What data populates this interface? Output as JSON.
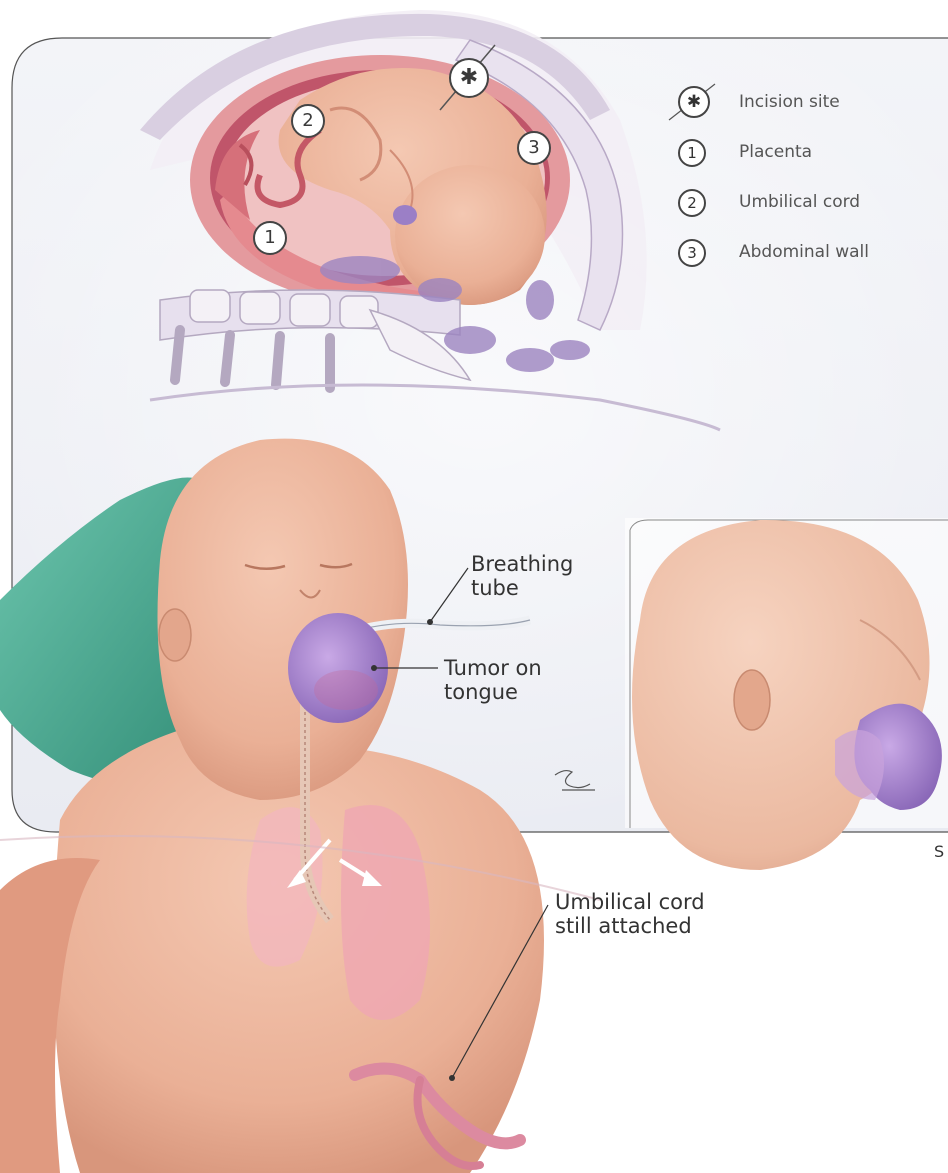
{
  "legend": {
    "items": [
      {
        "marker": "✱",
        "text": "Incision site"
      },
      {
        "marker": "1",
        "text": "Placenta"
      },
      {
        "marker": "2",
        "text": "Umbilical cord"
      },
      {
        "marker": "3",
        "text": "Abdominal wall"
      }
    ]
  },
  "diagram_markers": {
    "incision": "✱",
    "placenta": "1",
    "cord": "2",
    "wall": "3"
  },
  "labels": {
    "breathing_tube_1": "Breathing",
    "breathing_tube_2": "tube",
    "tumor_1": "Tumor on",
    "tumor_2": "tongue",
    "cord_1": "Umbilical cord",
    "cord_2": "still attached",
    "corner_letter": "S"
  },
  "colors": {
    "skin": "#eeb69c",
    "skin_shadow": "#d9977c",
    "uterus": "#e7a1a3",
    "tumor": "#a88ad0",
    "glove": "#4aa892",
    "frame_bg": "#eef0f6"
  }
}
